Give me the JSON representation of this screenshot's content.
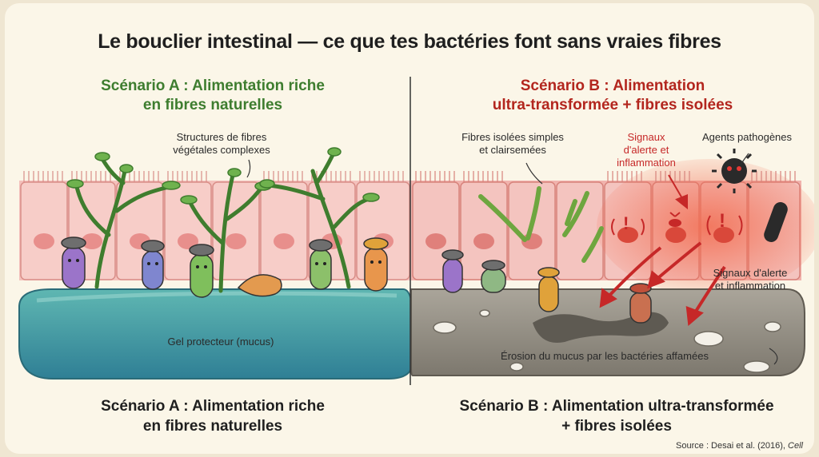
{
  "title": "Le bouclier intestinal — ce que tes bactéries font sans vraies fibres",
  "left": {
    "heading_line1": "Scénario A : Alimentation riche",
    "heading_line2": "en fibres naturelles",
    "fibre_label_line1": "Structures de fibres",
    "fibre_label_line2": "végétales complexes",
    "mucus_label": "Gel protecteur (mucus)",
    "bottom_line1": "Scénario A : Alimentation riche",
    "bottom_line2": "en fibres naturelles"
  },
  "right": {
    "heading_line1": "Scénario B : Alimentation",
    "heading_line2": "ultra-transformée + fibres isolées",
    "fibre_label_line1": "Fibres isolées simples",
    "fibre_label_line2": "et clairsemées",
    "alert_label_line1": "Signaux",
    "alert_label_line2": "d'alerte et",
    "alert_label_line3": "inflammation",
    "pathogen_label": "Agents pathogènes",
    "alert_label2_line1": "Signaux d'alerte",
    "alert_label2_line2": "et inflammation",
    "erosion_label": "Érosion du mucus par les bactéries affamées",
    "bottom_line1": "Scénario B : Alimentation ultra-transformée",
    "bottom_line2": "+ fibres isolées"
  },
  "source": {
    "prefix": "Source : Desai et al. (2016), ",
    "journal": "Cell"
  },
  "colors": {
    "accent_green": "#3e7d2f",
    "accent_red": "#b3261e",
    "mucus_healthy": "#3f9aa0",
    "mucus_eroded": "#8e8a80",
    "epithelium": "#f2b5b0"
  }
}
